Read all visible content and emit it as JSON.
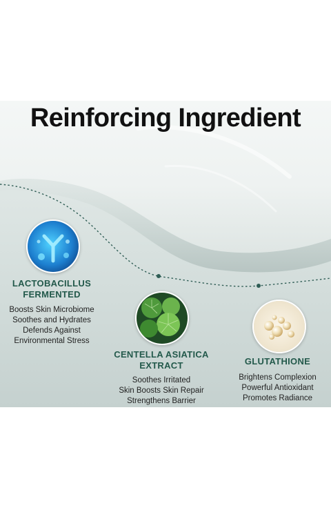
{
  "title": "Reinforcing Ingredient",
  "ingredients": [
    {
      "icon": "bacteria-icon",
      "name_lines": [
        "LACTOBACILLUS",
        "FERMENTED"
      ],
      "benefits": [
        "Boosts Skin Microbiome",
        "Soothes and Hydrates",
        "Defends Against",
        "Environmental Stress"
      ]
    },
    {
      "icon": "centella-leaf-icon",
      "name_lines": [
        "CENTELLA ASIATICA",
        "EXTRACT"
      ],
      "benefits": [
        "Soothes Irritated",
        "Skin  Boosts Skin Repair",
        "Strengthens Barrier"
      ]
    },
    {
      "icon": "pearl-icon",
      "name_lines": [
        "GLUTATHIONE"
      ],
      "benefits": [
        "Brightens Complexion",
        "Powerful Antioxidant",
        "Promotes Radiance"
      ]
    }
  ],
  "colors": {
    "accent": "#23594b",
    "title": "#111111",
    "background_top": "#e9eeed",
    "background_bottom": "#c5d1cf"
  }
}
